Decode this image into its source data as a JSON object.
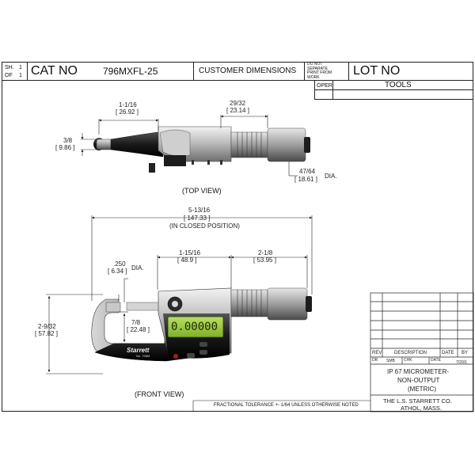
{
  "title_block": {
    "sheet_label": "SH.",
    "sheet_num": "1",
    "of_label": "OF",
    "of_num": "1",
    "cat_label": "CAT NO",
    "cat_value": "796MXFL-25",
    "customer": "CUSTOMER DIMENSIONS",
    "do_not_separate": "DO NOT\nSEPARATE\nPRINT FROM\nWORK",
    "lot_label": "LOT NO",
    "oper_label": "OPER",
    "tools_label": "TOOLS"
  },
  "top_view": {
    "caption": "(TOP VIEW)",
    "dim_a_frac": "1-1/16",
    "dim_a_mm": "[ 26.92 ]",
    "dim_b_frac": "29/32",
    "dim_b_mm": "[ 23.14 ]",
    "dim_c_frac": "3/8",
    "dim_c_mm": "[ 9.86 ]",
    "dim_d_frac": "47/64",
    "dim_d_mm": "[ 18.61 ]",
    "dim_d_suffix": "DIA."
  },
  "front_view": {
    "caption": "(FRONT VIEW)",
    "overall_frac": "5-13/16",
    "overall_mm": "[ 147.33 ]",
    "overall_note": "(IN CLOSED POSITION)",
    "spindle_frac": ".250",
    "spindle_mm": "[ 6.34 ]",
    "spindle_suffix": "DIA.",
    "mid_frac": "1-15/16",
    "mid_mm": "[ 48.9 ]",
    "right_frac": "2-1/8",
    "right_mm": "[ 53.95 ]",
    "throat_frac": "7/8",
    "throat_mm": "[ 22.48 ]",
    "height_frac": "2-9/32",
    "height_mm": "[ 57.82 ]",
    "brand": "Starrett",
    "model": "No. 796M",
    "lcd": "0.00000"
  },
  "revision_block": {
    "rev": "REV",
    "description": "DESCRIPTION",
    "date": "DATE",
    "by": "BY",
    "dr": "DR",
    "dr_value": "SMB",
    "chk": "CHK",
    "date2": "DATE",
    "date_value": "7/20/1",
    "product_line1": "IP 67 MICROMETER-",
    "product_line2": "NON-OUTPUT",
    "product_line3": "(METRIC)",
    "company_line1": "THE L.S. STARRETT CO.",
    "company_line2": "ATHOL, MASS."
  },
  "footer": {
    "tolerance": "FRACTIONAL TOLERANCE  +- 1/64 UNLESS OTHERWISE NOTED"
  }
}
